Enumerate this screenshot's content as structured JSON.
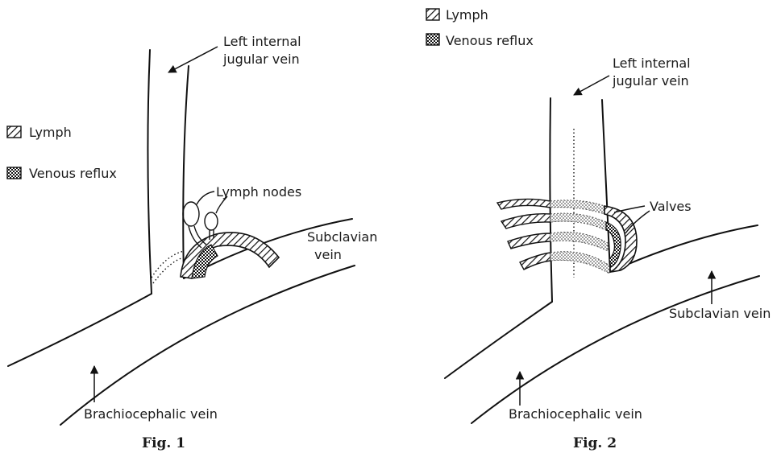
{
  "legend": {
    "lymph": "Lymph",
    "venous_reflux": "Venous reflux"
  },
  "fig1": {
    "caption": "Fig. 1",
    "jugular_label_line1": "Left internal",
    "jugular_label_line2": "jugular vein",
    "lymph_nodes": "Lymph nodes",
    "subclavian_line1": "Subclavian",
    "subclavian_line2": "vein",
    "brachiocephalic": "Brachiocephalic vein"
  },
  "fig2": {
    "caption": "Fig. 2",
    "jugular_label_line1": "Left internal",
    "jugular_label_line2": "jugular vein",
    "valves": "Valves",
    "subclavian": "Subclavian vein",
    "brachiocephalic": "Brachiocephalic vein"
  }
}
